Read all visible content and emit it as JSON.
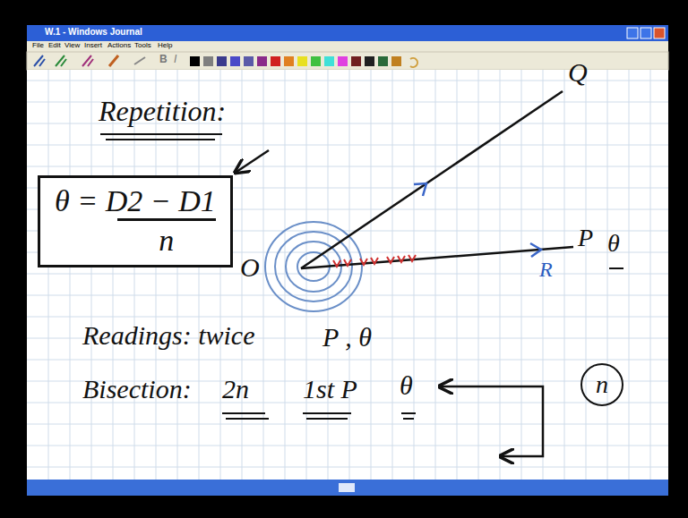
{
  "diagram": {
    "nodes": [
      {
        "text": [
          "θ = D2 − D1",
          "n"
        ]
      },
      {
        "text": [
          "n"
        ]
      }
    ],
    "labels": [
      "W.1 - Windows Journal",
      "File",
      "Edit",
      "View",
      "Insert",
      "Actions",
      "Tools",
      "Help",
      "B",
      "I",
      "Repetition:",
      "O",
      "Q",
      "P",
      "θ",
      "R",
      "Readings: twice",
      "P , θ",
      "Bisection:",
      "2n",
      "1st P",
      "θ"
    ]
  }
}
